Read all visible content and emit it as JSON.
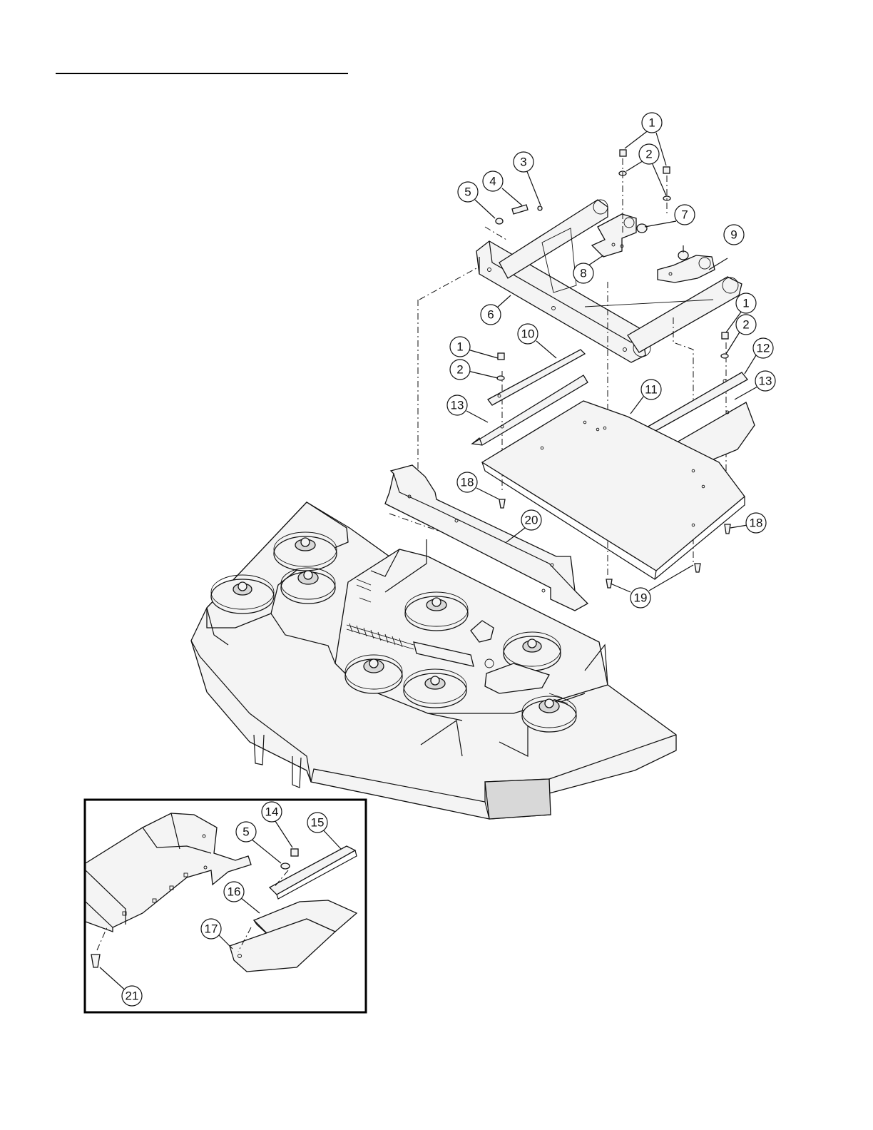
{
  "callouts": [
    {
      "id": "c1a",
      "label": "1"
    },
    {
      "id": "c2a",
      "label": "2"
    },
    {
      "id": "c3",
      "label": "3"
    },
    {
      "id": "c4",
      "label": "4"
    },
    {
      "id": "c5a",
      "label": "5"
    },
    {
      "id": "c6",
      "label": "6"
    },
    {
      "id": "c7",
      "label": "7"
    },
    {
      "id": "c8",
      "label": "8"
    },
    {
      "id": "c9",
      "label": "9"
    },
    {
      "id": "c1b",
      "label": "1"
    },
    {
      "id": "c2b",
      "label": "2"
    },
    {
      "id": "c1c",
      "label": "1"
    },
    {
      "id": "c2c",
      "label": "2"
    },
    {
      "id": "c10",
      "label": "10"
    },
    {
      "id": "c11",
      "label": "11"
    },
    {
      "id": "c12",
      "label": "12"
    },
    {
      "id": "c13a",
      "label": "13"
    },
    {
      "id": "c13b",
      "label": "13"
    },
    {
      "id": "c18a",
      "label": "18"
    },
    {
      "id": "c18b",
      "label": "18"
    },
    {
      "id": "c19",
      "label": "19"
    },
    {
      "id": "c20",
      "label": "20"
    },
    {
      "id": "c14",
      "label": "14"
    },
    {
      "id": "c5b",
      "label": "5"
    },
    {
      "id": "c15",
      "label": "15"
    },
    {
      "id": "c16",
      "label": "16"
    },
    {
      "id": "c17",
      "label": "17"
    },
    {
      "id": "c21",
      "label": "21"
    }
  ]
}
